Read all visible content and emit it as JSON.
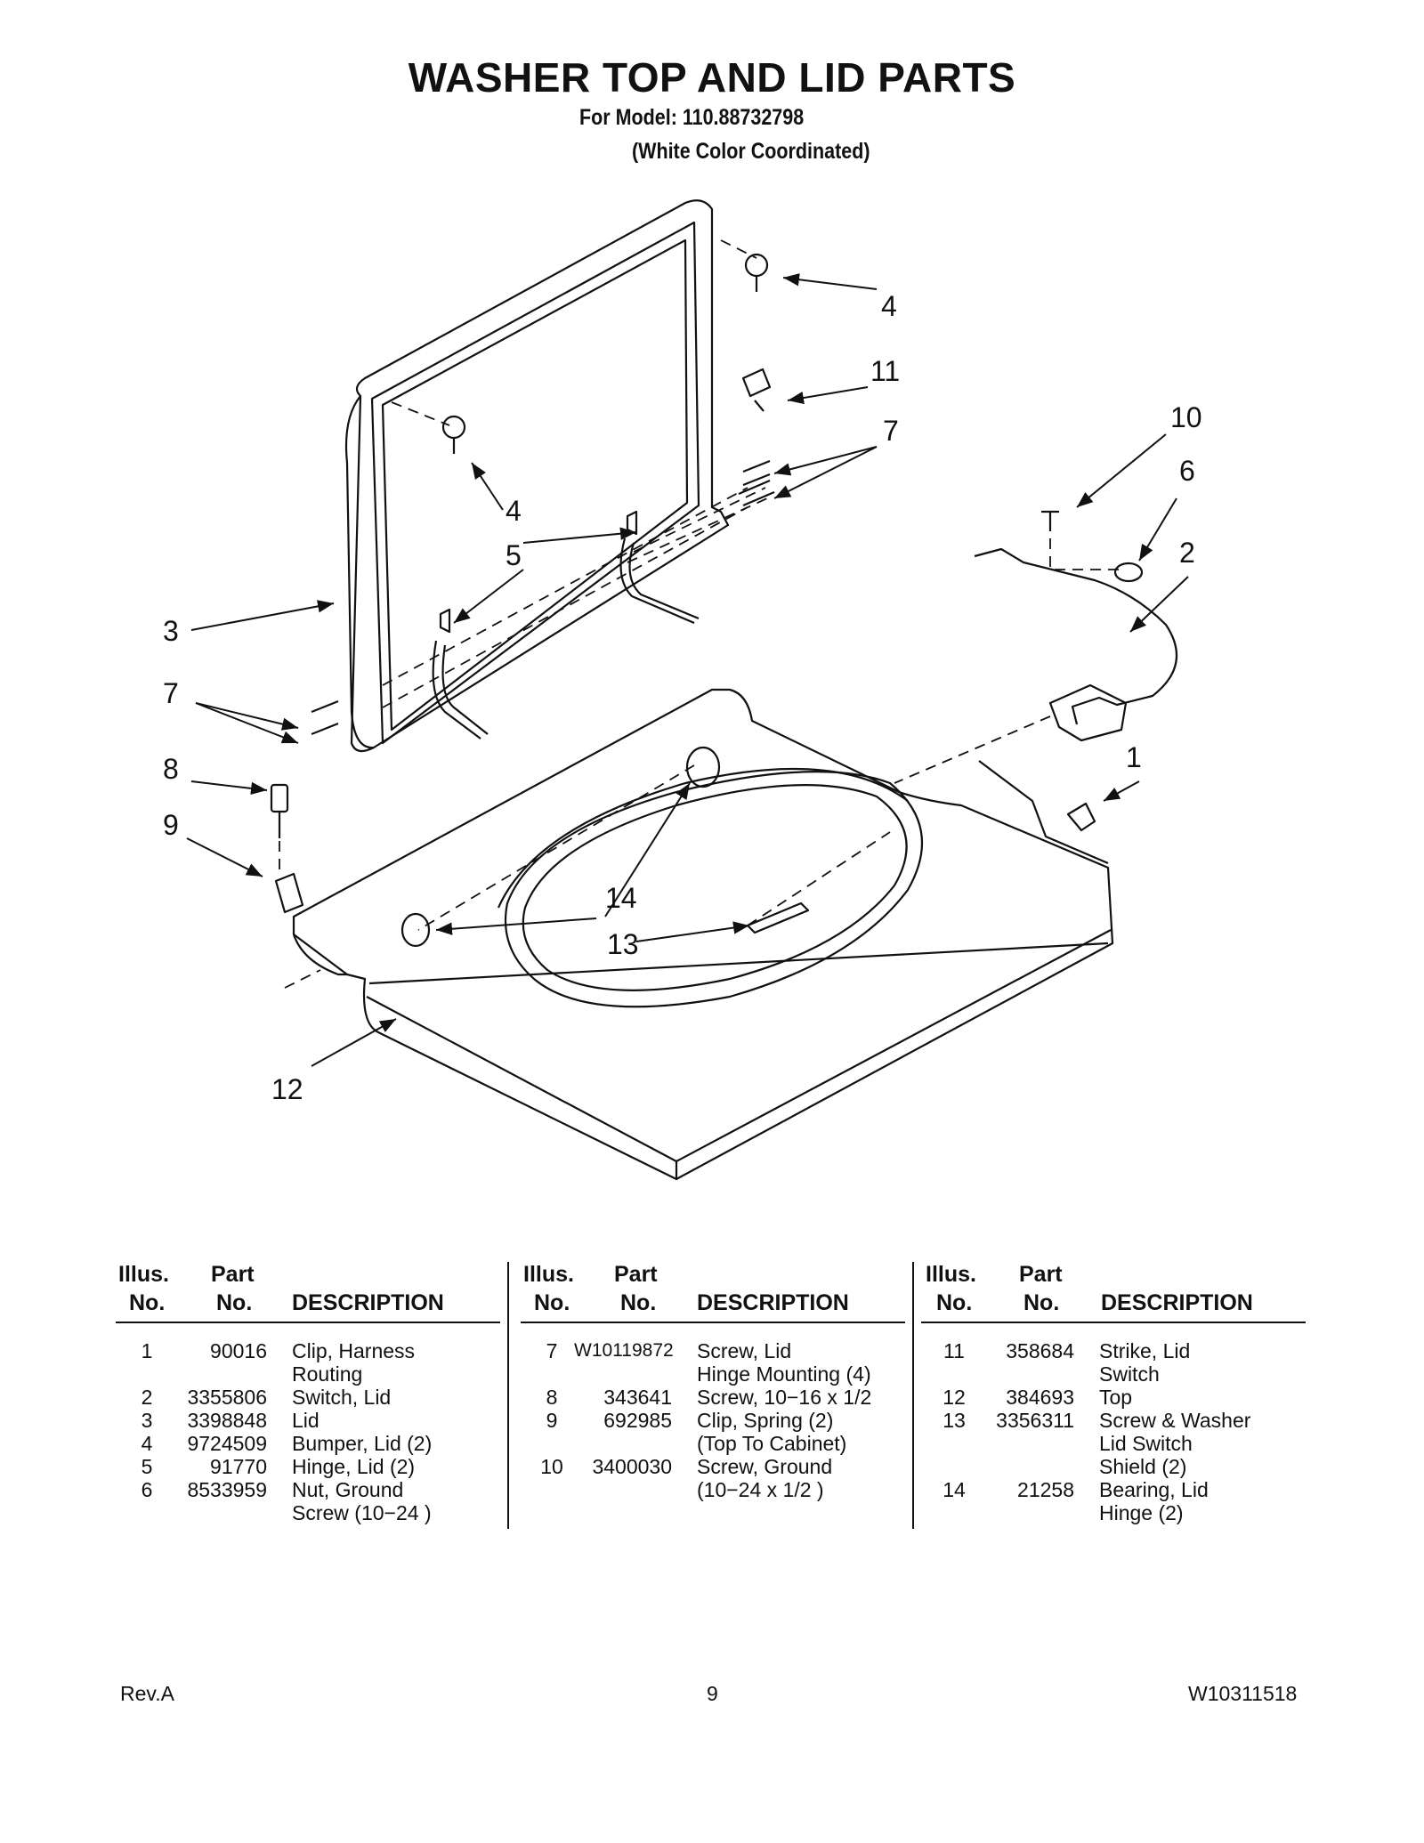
{
  "title": "WASHER TOP AND LID PARTS",
  "subtitle_model": "For Model: 110.88732798",
  "subtitle_color": "(White Color Coordinated)",
  "diagram": {
    "callouts": [
      "4",
      "11",
      "7",
      "10",
      "6",
      "4",
      "5",
      "2",
      "3",
      "7",
      "1",
      "8",
      "9",
      "14",
      "13",
      "12"
    ]
  },
  "table_headers": {
    "illus": "Illus.",
    "no": "No.",
    "part": "Part",
    "part_no": "No.",
    "description": "DESCRIPTION"
  },
  "parts": [
    [
      {
        "illus": "1",
        "part": "90016",
        "desc": "Clip, Harness\nRouting"
      },
      {
        "illus": "2",
        "part": "3355806",
        "desc": "Switch, Lid"
      },
      {
        "illus": "3",
        "part": "3398848",
        "desc": "Lid"
      },
      {
        "illus": "4",
        "part": "9724509",
        "desc": "Bumper, Lid (2)"
      },
      {
        "illus": "5",
        "part": "91770",
        "desc": "Hinge, Lid (2)"
      },
      {
        "illus": "6",
        "part": "8533959",
        "desc": "Nut, Ground\nScrew (10−24 )"
      }
    ],
    [
      {
        "illus": "7",
        "part": "W10119872",
        "desc": "Screw, Lid\nHinge Mounting (4)"
      },
      {
        "illus": "8",
        "part": "343641",
        "desc": "Screw, 10−16 x 1/2"
      },
      {
        "illus": "9",
        "part": "692985",
        "desc": "Clip, Spring (2)\n(Top To Cabinet)"
      },
      {
        "illus": "10",
        "part": "3400030",
        "desc": "Screw, Ground\n(10−24 x 1/2 )"
      }
    ],
    [
      {
        "illus": "11",
        "part": "358684",
        "desc": "Strike, Lid\nSwitch"
      },
      {
        "illus": "12",
        "part": "384693",
        "desc": "Top"
      },
      {
        "illus": "13",
        "part": "3356311",
        "desc": "Screw & Washer\nLid Switch\nShield (2)"
      },
      {
        "illus": "14",
        "part": "21258",
        "desc": "Bearing, Lid\nHinge (2)"
      }
    ]
  ],
  "footer": {
    "left": "Rev.A",
    "center": "9",
    "right": "W10311518"
  }
}
